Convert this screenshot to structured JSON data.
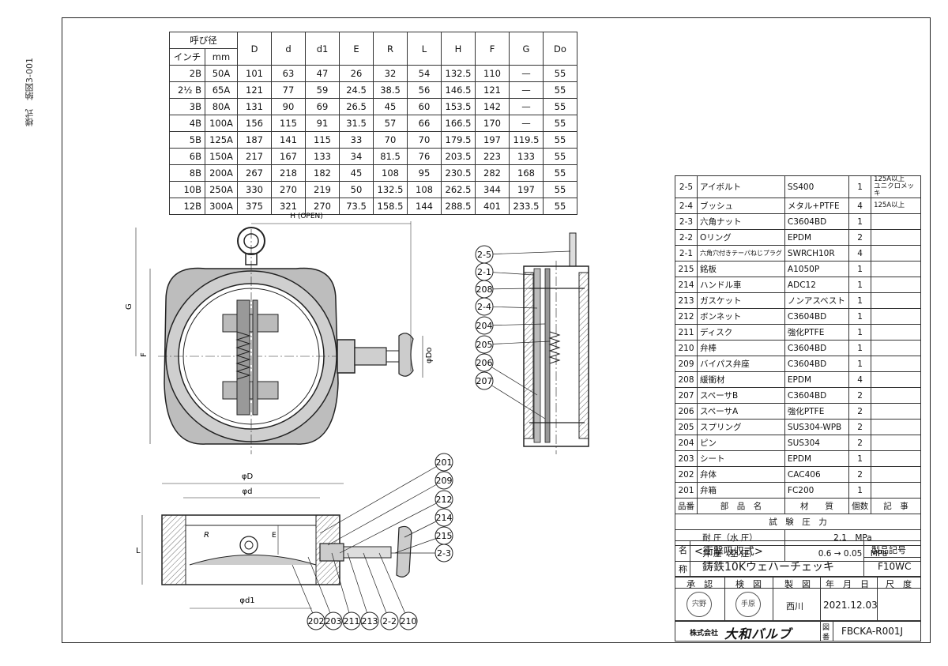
{
  "side_label": "様式　納図3-001",
  "dims_table": {
    "group_header": "呼び径",
    "sub_headers": [
      "インチ",
      "mm"
    ],
    "col_headers": [
      "D",
      "d",
      "d1",
      "E",
      "R",
      "L",
      "H",
      "F",
      "G",
      "Do"
    ],
    "rows": [
      [
        "2B",
        "50A",
        "101",
        "63",
        "47",
        "26",
        "32",
        "54",
        "132.5",
        "110",
        "—",
        "55"
      ],
      [
        "2½ B",
        "65A",
        "121",
        "77",
        "59",
        "24.5",
        "38.5",
        "56",
        "146.5",
        "121",
        "—",
        "55"
      ],
      [
        "3B",
        "80A",
        "131",
        "90",
        "69",
        "26.5",
        "45",
        "60",
        "153.5",
        "142",
        "—",
        "55"
      ],
      [
        "4B",
        "100A",
        "156",
        "115",
        "91",
        "31.5",
        "57",
        "66",
        "166.5",
        "170",
        "—",
        "55"
      ],
      [
        "5B",
        "125A",
        "187",
        "141",
        "115",
        "33",
        "70",
        "70",
        "179.5",
        "197",
        "119.5",
        "55"
      ],
      [
        "6B",
        "150A",
        "217",
        "167",
        "133",
        "34",
        "81.5",
        "76",
        "203.5",
        "223",
        "133",
        "55"
      ],
      [
        "8B",
        "200A",
        "267",
        "218",
        "182",
        "45",
        "108",
        "95",
        "230.5",
        "282",
        "168",
        "55"
      ],
      [
        "10B",
        "250A",
        "330",
        "270",
        "219",
        "50",
        "132.5",
        "108",
        "262.5",
        "344",
        "197",
        "55"
      ],
      [
        "12B",
        "300A",
        "375",
        "321",
        "270",
        "73.5",
        "158.5",
        "144",
        "288.5",
        "401",
        "233.5",
        "55"
      ]
    ]
  },
  "drawing_labels": {
    "h_open": "H (OPEN)",
    "g": "G",
    "f": "F",
    "do": "φDo",
    "phi_D": "φD",
    "phi_d": "φd",
    "phi_d1": "φd1",
    "R": "R",
    "E": "E",
    "L": "L"
  },
  "side_balloons": [
    "2-5",
    "2-1",
    "208",
    "2-4",
    "204",
    "205",
    "206",
    "207"
  ],
  "bottom_right_balloons": [
    "201",
    "209",
    "212",
    "214",
    "215",
    "2-3"
  ],
  "bottom_balloons": [
    "202",
    "203",
    "211",
    "213",
    "2-2",
    "210"
  ],
  "parts_table": {
    "rows": [
      {
        "no": "2-5",
        "name": "アイボルト",
        "material": "SS400",
        "qty": "1",
        "note": "125A以上\nユニクロメッキ"
      },
      {
        "no": "2-4",
        "name": "ブッシュ",
        "material": "メタル+PTFE",
        "qty": "4",
        "note": "125A以上"
      },
      {
        "no": "2-3",
        "name": "六角ナット",
        "material": "C3604BD",
        "qty": "1",
        "note": ""
      },
      {
        "no": "2-2",
        "name": "Oリング",
        "material": "EPDM",
        "qty": "2",
        "note": ""
      },
      {
        "no": "2-1",
        "name": "六角穴付きテーパねじプラグ",
        "material": "SWRCH10R",
        "qty": "4",
        "note": ""
      },
      {
        "no": "215",
        "name": "銘板",
        "material": "A1050P",
        "qty": "1",
        "note": ""
      },
      {
        "no": "214",
        "name": "ハンドル車",
        "material": "ADC12",
        "qty": "1",
        "note": ""
      },
      {
        "no": "213",
        "name": "ガスケット",
        "material": "ノンアスベスト",
        "qty": "1",
        "note": ""
      },
      {
        "no": "212",
        "name": "ボンネット",
        "material": "C3604BD",
        "qty": "1",
        "note": ""
      },
      {
        "no": "211",
        "name": "ディスク",
        "material": "強化PTFE",
        "qty": "1",
        "note": ""
      },
      {
        "no": "210",
        "name": "弁棒",
        "material": "C3604BD",
        "qty": "1",
        "note": ""
      },
      {
        "no": "209",
        "name": "バイパス弁座",
        "material": "C3604BD",
        "qty": "1",
        "note": ""
      },
      {
        "no": "208",
        "name": "緩衝材",
        "material": "EPDM",
        "qty": "4",
        "note": ""
      },
      {
        "no": "207",
        "name": "スペーサB",
        "material": "C3604BD",
        "qty": "2",
        "note": ""
      },
      {
        "no": "206",
        "name": "スペーサA",
        "material": "強化PTFE",
        "qty": "2",
        "note": ""
      },
      {
        "no": "205",
        "name": "スプリング",
        "material": "SUS304-WPB",
        "qty": "2",
        "note": ""
      },
      {
        "no": "204",
        "name": "ピン",
        "material": "SUS304",
        "qty": "2",
        "note": ""
      },
      {
        "no": "203",
        "name": "シート",
        "material": "EPDM",
        "qty": "1",
        "note": ""
      },
      {
        "no": "202",
        "name": "弁体",
        "material": "CAC406",
        "qty": "2",
        "note": ""
      },
      {
        "no": "201",
        "name": "弁箱",
        "material": "FC200",
        "qty": "1",
        "note": ""
      }
    ],
    "header": {
      "no": "品番",
      "name": "部　品　名",
      "material": "材　　質",
      "qty": "個数",
      "note": "記　事"
    }
  },
  "test": {
    "title": "試　験　圧　力",
    "rows": [
      {
        "label": "耐 圧（水 圧）",
        "value": "2.1　MPa"
      },
      {
        "label": "弁 座（空 圧）",
        "value": "0.6 → 0.05　MPa"
      }
    ]
  },
  "title_block": {
    "name_label_top": "名",
    "name_label_bottom": "称",
    "subtitle": "<衝撃吸収式>",
    "title": "鋳鉄10Kウェハーチェッキ",
    "product_code_label": "製品記号",
    "product_code": "F10WC",
    "approval_headers": [
      "承　認",
      "検　図",
      "製　図",
      "年　月　日",
      "尺　度"
    ],
    "stamp1": "宍野",
    "stamp2": "手原",
    "drafter": "西川",
    "date": "2021.12.03",
    "company_prefix": "株式会社",
    "company": "大和バルブ",
    "drawing_no_label_top": "図",
    "drawing_no_label_bottom": "番",
    "drawing_no": "FBCKA-R001J"
  }
}
